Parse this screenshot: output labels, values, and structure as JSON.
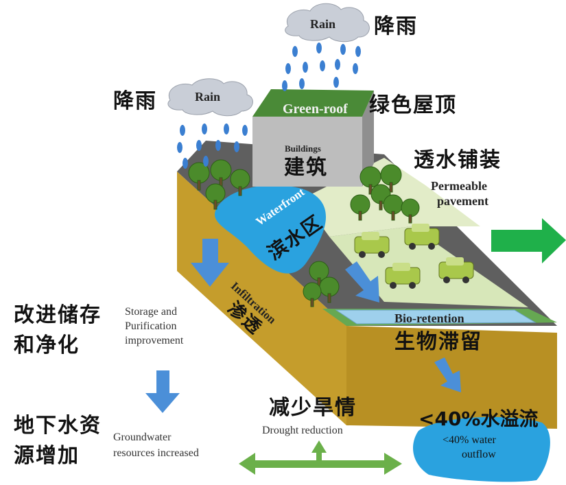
{
  "labels": {
    "rain_left_cloud": "Rain",
    "rain_right_cloud": "Rain",
    "rain_cn_left": "降雨",
    "rain_cn_right": "降雨",
    "green_roof_en": "Green-roof",
    "green_roof_cn": "绿色屋顶",
    "buildings_en": "Buildings",
    "buildings_cn": "建筑",
    "permeable_cn": "透水铺装",
    "permeable_en_1": "Permeable",
    "permeable_en_2": "pavement",
    "waterfront_en": "Waterfront",
    "waterfront_cn": "滨水区",
    "infiltration_en": "Infiltration",
    "infiltration_cn": "渗透",
    "storage_cn_1": "改进储存",
    "storage_cn_2": "和净化",
    "storage_en_1": "Storage and",
    "storage_en_2": "Purification",
    "storage_en_3": "improvement",
    "bioretention_en": "Bio-retention",
    "bioretention_cn": "生物滞留",
    "drought_cn": "减少旱情",
    "drought_en": "Drought reduction",
    "groundwater_cn_1": "地下水资",
    "groundwater_cn_2": "源增加",
    "groundwater_en_1": "Groundwater",
    "groundwater_en_2": "resources increased",
    "outflow_cn": "<40%水溢流",
    "outflow_en_1": "<40% water",
    "outflow_en_2": "outflow"
  },
  "colors": {
    "soil": "#c9a22a",
    "soil_dark": "#a8861e",
    "surface": "#5a5a5a",
    "grass": "#d6e6b6",
    "roof": "#4f8a3a",
    "building": "#bdbdbd",
    "water": "#2aa3e0",
    "cloud": "#c8cdd6",
    "rain": "#3b7fd0",
    "arrow_blue": "#4a8fd8",
    "arrow_green": "#6ab04c",
    "arrow_green_bright": "#1fb04a",
    "car": "#a7c84a",
    "tree": "#4c8a2a"
  }
}
